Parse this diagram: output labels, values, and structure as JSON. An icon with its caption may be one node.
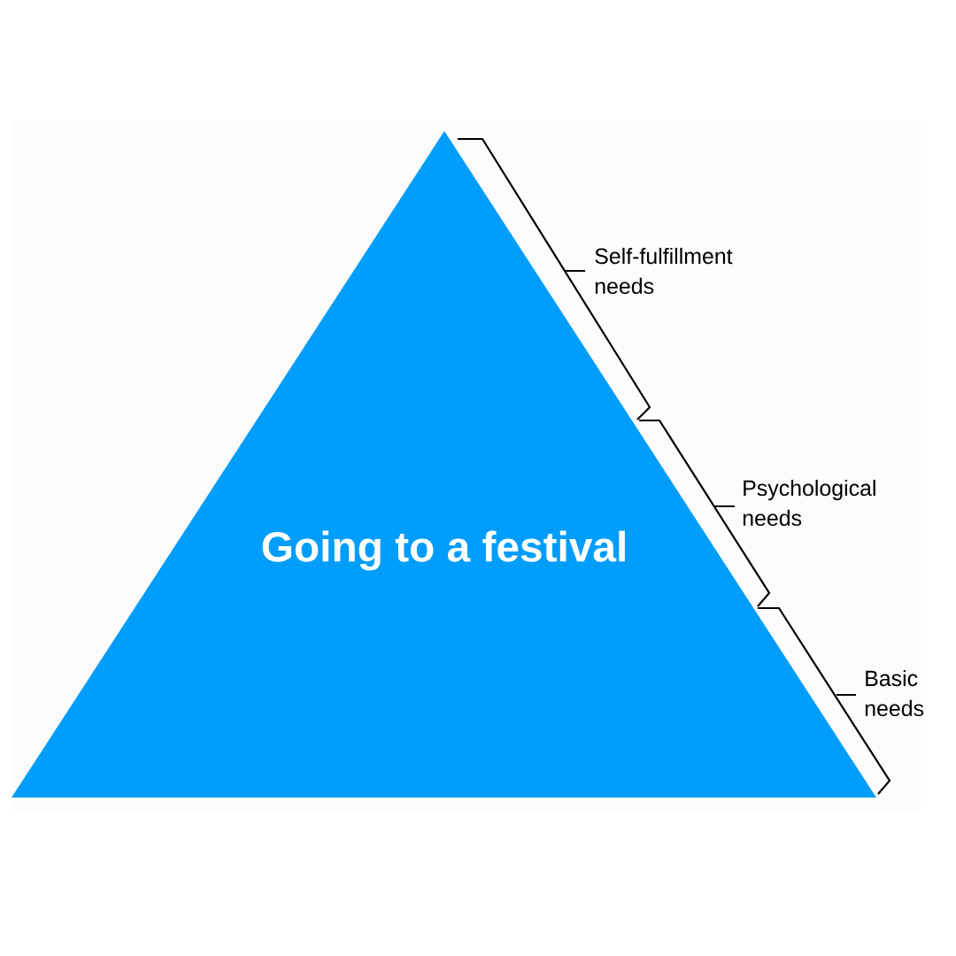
{
  "diagram": {
    "nodes": [
      {
        "text": [
          "Going to a festival"
        ]
      }
    ],
    "labels": [
      "Self-fulfillment needs",
      "Psychological needs",
      "Basic needs"
    ]
  }
}
